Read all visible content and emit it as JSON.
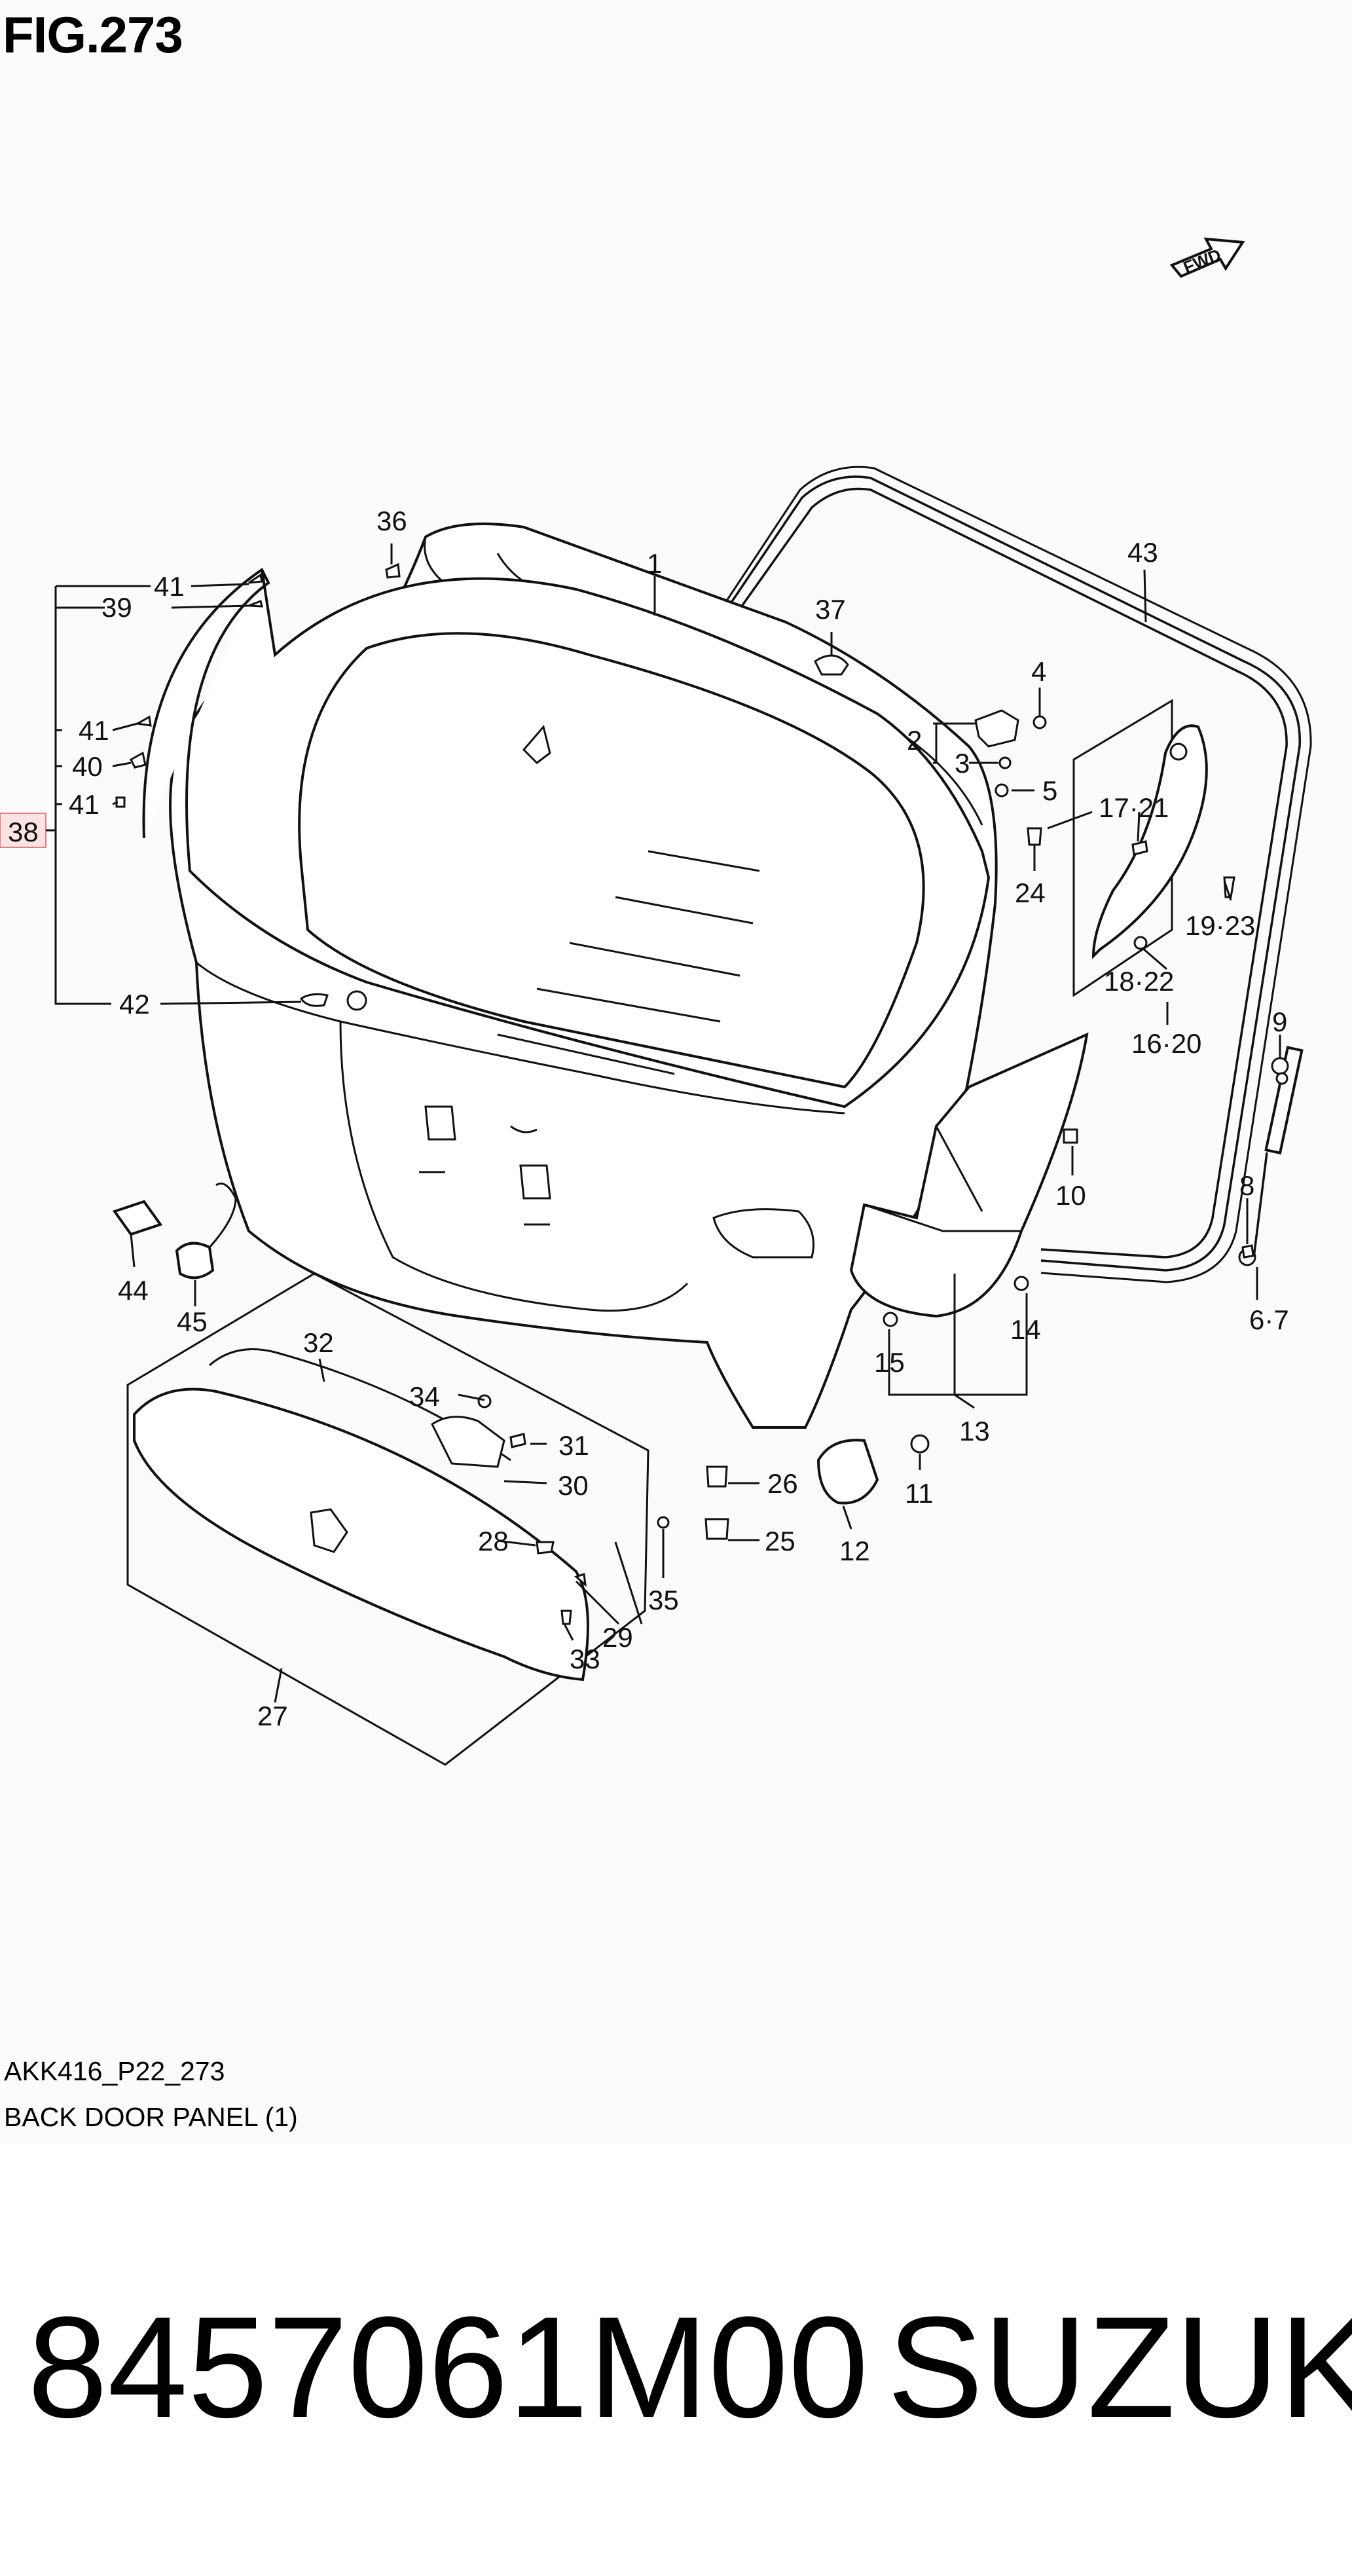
{
  "figure": {
    "title": "FIG.273",
    "reference_code": "AKK416_P22_273",
    "caption": "BACK DOOR PANEL (1)"
  },
  "footer": {
    "part_number": "8457061M00",
    "brand": "SUZUKI"
  },
  "direction_marker": "FWD",
  "highlight_color": "#fde3e3",
  "callouts": {
    "c1": "1",
    "c2": "2",
    "c3": "3",
    "c4": "4",
    "c5": "5",
    "c6_7": "6·7",
    "c8": "8",
    "c9": "9",
    "c10": "10",
    "c11": "11",
    "c12": "12",
    "c13": "13",
    "c14": "14",
    "c15": "15",
    "c16_20": "16·20",
    "c17_21": "17·21",
    "c18_22": "18·22",
    "c19_23": "19·23",
    "c24": "24",
    "c25": "25",
    "c26": "26",
    "c27": "27",
    "c28": "28",
    "c29": "29",
    "c30": "30",
    "c31": "31",
    "c32": "32",
    "c33": "33",
    "c34": "34",
    "c35": "35",
    "c36": "36",
    "c37": "37",
    "c38": "38",
    "c39": "39",
    "c40": "40",
    "c41a": "41",
    "c41b": "41",
    "c41c": "41",
    "c42": "42",
    "c43": "43",
    "c44": "44",
    "c45": "45"
  }
}
